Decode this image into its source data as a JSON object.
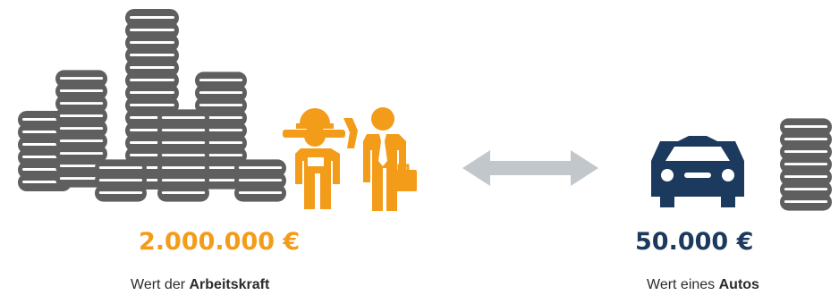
{
  "left": {
    "amount": "2.000.000 €",
    "caption_prefix": "Wert der ",
    "caption_bold": "Arbeitskraft",
    "icons": [
      "coin-stacks-icon",
      "construction-worker-icon",
      "businessman-icon"
    ]
  },
  "right": {
    "amount": "50.000 €",
    "caption_prefix": "Wert eines ",
    "caption_bold": "Autos",
    "icons": [
      "car-icon",
      "coin-stack-icon"
    ]
  },
  "connector": {
    "icon": "double-arrow-icon"
  },
  "colors": {
    "accent_orange": "#f39c1a",
    "navy": "#1c3a5e",
    "coin_gray": "#5f5f5f",
    "arrow_gray": "#c2c7cc",
    "text": "#2b2b2b"
  }
}
